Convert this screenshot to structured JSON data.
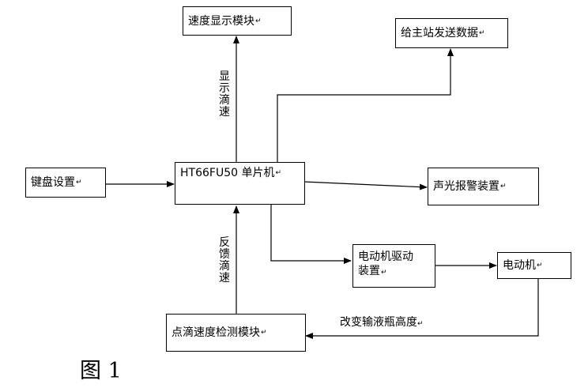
{
  "boxes": {
    "speed_display": "速度显示模块",
    "send_data": "给主站发送数据",
    "keyboard": "键盘设置",
    "mcu": "HT66FU50 单片机",
    "alarm": "声光报警装置",
    "motor_driver_line1": "电动机驱动",
    "motor_driver_line2": "装置",
    "motor": "电动机",
    "drip_detect": "点滴速度检测模块"
  },
  "labels": {
    "display_speed": "显示滴速",
    "feedback_speed": "反馈滴速",
    "change_height": "改变输液瓶高度"
  },
  "return_mark": "↵",
  "caption": "图 1"
}
